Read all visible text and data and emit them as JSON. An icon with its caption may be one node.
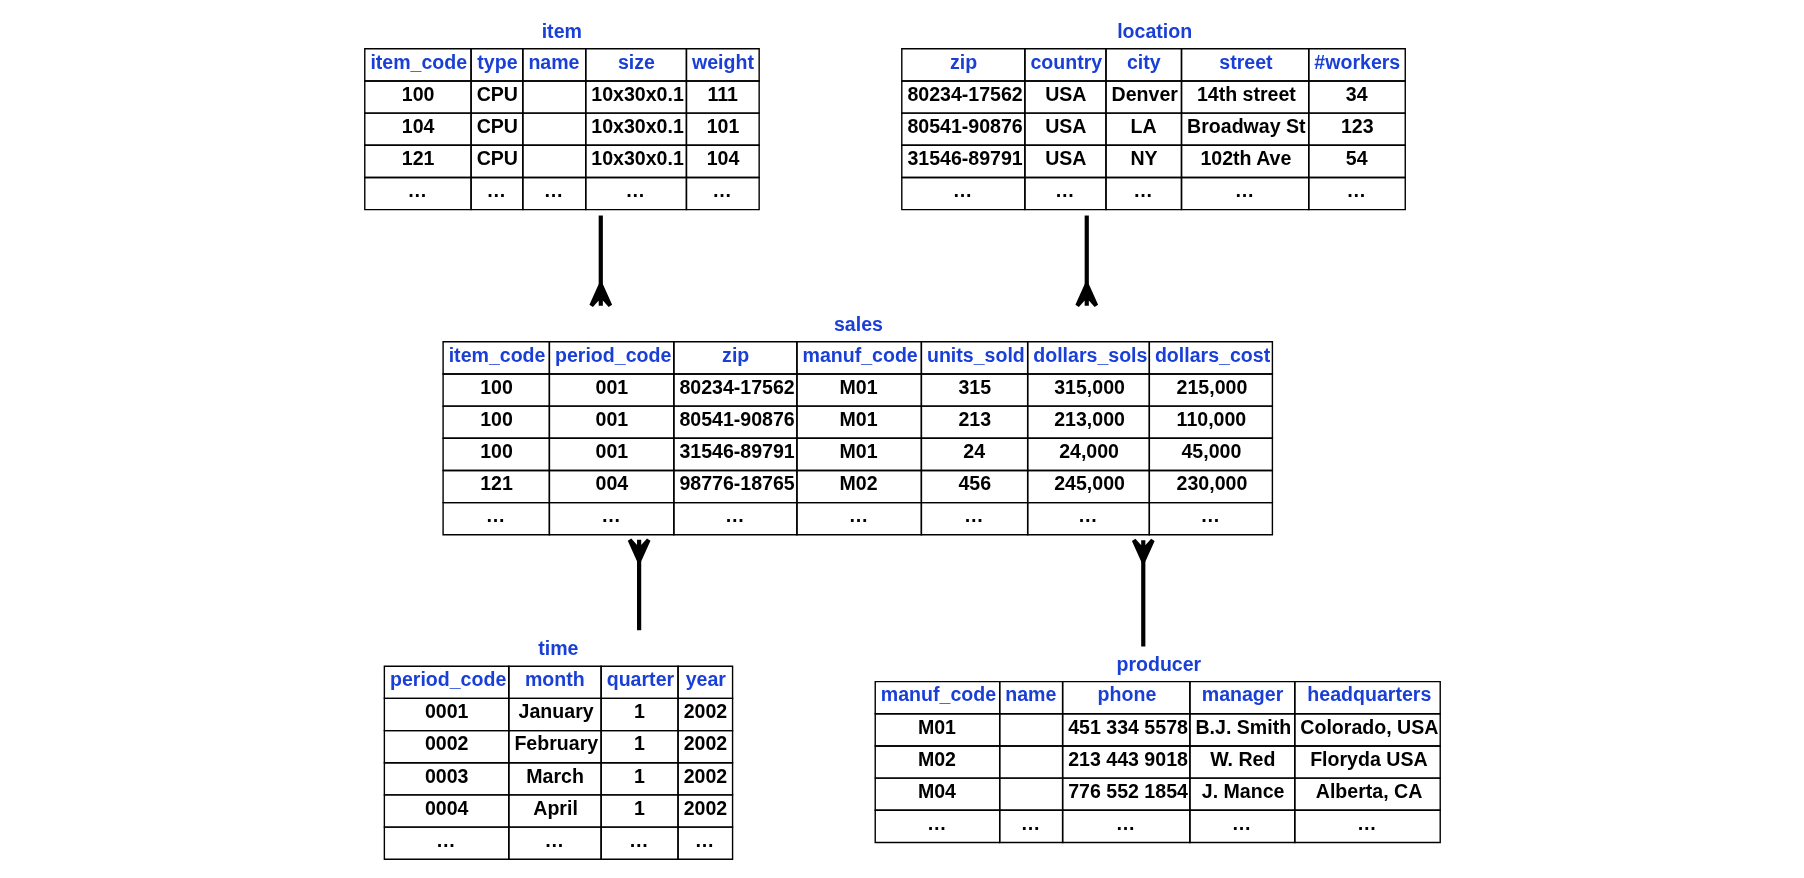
{
  "diagram": {
    "nodes": [
      {
        "text": [
          "item",
          "item_code",
          "type",
          "name",
          "size",
          "weight",
          "100",
          "CPU",
          "10x30x0.1",
          "111",
          "104",
          "CPU",
          "10x30x0.1",
          "101",
          "121",
          "CPU",
          "10x30x0.1",
          "104",
          "…",
          "…",
          "…",
          "…",
          "…"
        ]
      },
      {
        "text": [
          "location",
          "zip",
          "country",
          "city",
          "street",
          "#workers",
          "80234-17562",
          "USA",
          "Denver",
          "14th street",
          "34",
          "80541-90876",
          "USA",
          "LA",
          "Broadway St",
          "123",
          "31546-89791",
          "USA",
          "NY",
          "102th Ave",
          "54",
          "…",
          "…",
          "…",
          "…",
          "…"
        ]
      },
      {
        "text": [
          "sales",
          "item_code",
          "period_code",
          "zip",
          "manuf_code",
          "units_sold",
          "dollars_sols",
          "dollars_cost",
          "100",
          "001",
          "80234-17562",
          "M01",
          "315",
          "315,000",
          "215,000",
          "100",
          "001",
          "80541-90876",
          "M01",
          "213",
          "213,000",
          "110,000",
          "100",
          "001",
          "31546-89791",
          "M01",
          "24",
          "24,000",
          "45,000",
          "121",
          "004",
          "98776-18765",
          "M02",
          "456",
          "245,000",
          "230,000",
          "…",
          "…",
          "…",
          "…",
          "…",
          "…",
          "…"
        ]
      },
      {
        "text": [
          "time",
          "period_code",
          "month",
          "quarter",
          "year",
          "0001",
          "January",
          "1",
          "2002",
          "0002",
          "February",
          "1",
          "2002",
          "0003",
          "March",
          "1",
          "2002",
          "0004",
          "April",
          "1",
          "2002",
          "…",
          "…",
          "…",
          "…"
        ]
      },
      {
        "text": [
          "producer",
          "manuf_code",
          "name",
          "phone",
          "manager",
          "headquarters",
          "M01",
          "451 334 5578",
          "B.J. Smith",
          "Colorado, USA",
          "M02",
          "213 443 9018",
          "W. Red",
          "Floryda USA",
          "M04",
          "776 552 1854",
          "J. Mance",
          "Alberta, CA",
          "…",
          "…",
          "…",
          "…",
          "…"
        ]
      }
    ],
    "edges": [
      {
        "from": 0,
        "to": 2,
        "arrow": "other"
      },
      {
        "from": 1,
        "to": 2,
        "arrow": "other"
      },
      {
        "from": 3,
        "to": 2,
        "arrow": "other"
      },
      {
        "from": 4,
        "to": 2,
        "arrow": "other"
      }
    ]
  }
}
